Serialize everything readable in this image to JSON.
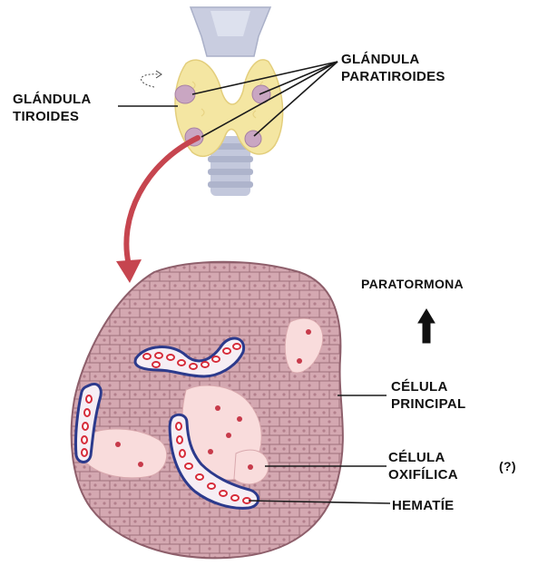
{
  "labels": {
    "thyroid_line1": "GLÁNDULA",
    "thyroid_line2": "TIROIDES",
    "parathyroid_line1": "GLÁNDULA",
    "parathyroid_line2": "PARATIROIDES",
    "hormone": "PARATORMONA",
    "chief_cell_line1": "CÉLULA",
    "chief_cell_line2": "PRINCIPAL",
    "oxyphil_cell_line1": "CÉLULA",
    "oxyphil_cell_line2": "OXIFÍLICA",
    "oxyphil_question": "(?)",
    "red_blood_cell": "HEMATÍE"
  },
  "colors": {
    "thyroid": "#f4e6a2",
    "parathyroid": "#c9a6c2",
    "trachea": "#c3c8dc",
    "arrow": "#c6454f",
    "tissue": "#d4a8b1",
    "cell_border": "#9e6f7a",
    "oxyphil": "#f9dcdc",
    "vessel": "#2c3a8c",
    "rbc": "#d62c3a",
    "line": "#1a1a1a"
  }
}
